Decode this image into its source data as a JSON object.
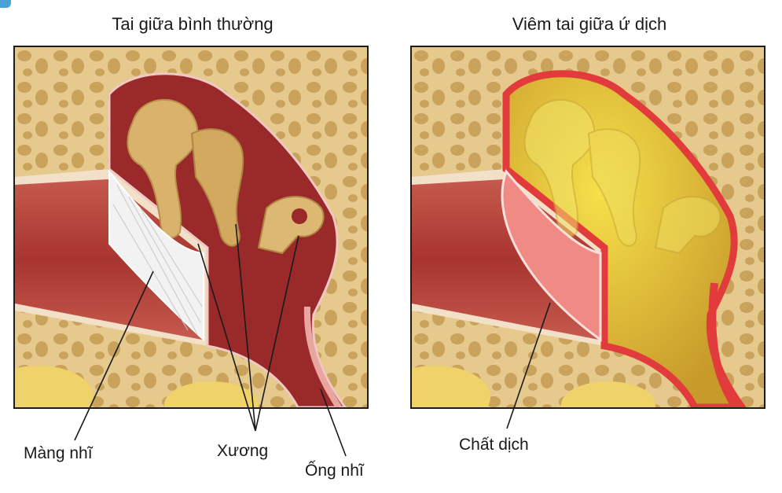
{
  "panels": {
    "left": {
      "title": "Tai giữa bình thường"
    },
    "right": {
      "title": "Viêm tai giữa ứ dịch"
    }
  },
  "labels": {
    "eardrum": "Màng nhĩ",
    "bones": "Xương",
    "tube": "Ống nhĩ",
    "fluid": "Chất dịch"
  },
  "colors": {
    "bone": "#e6c98c",
    "canal": "#b5413c",
    "cavity": "#9a2a2a",
    "ossicle": "#d9b36b",
    "eardrum": "#f2f2f2",
    "fluid": "#e8c43a",
    "inflamed_lining": "#e23b3b"
  }
}
